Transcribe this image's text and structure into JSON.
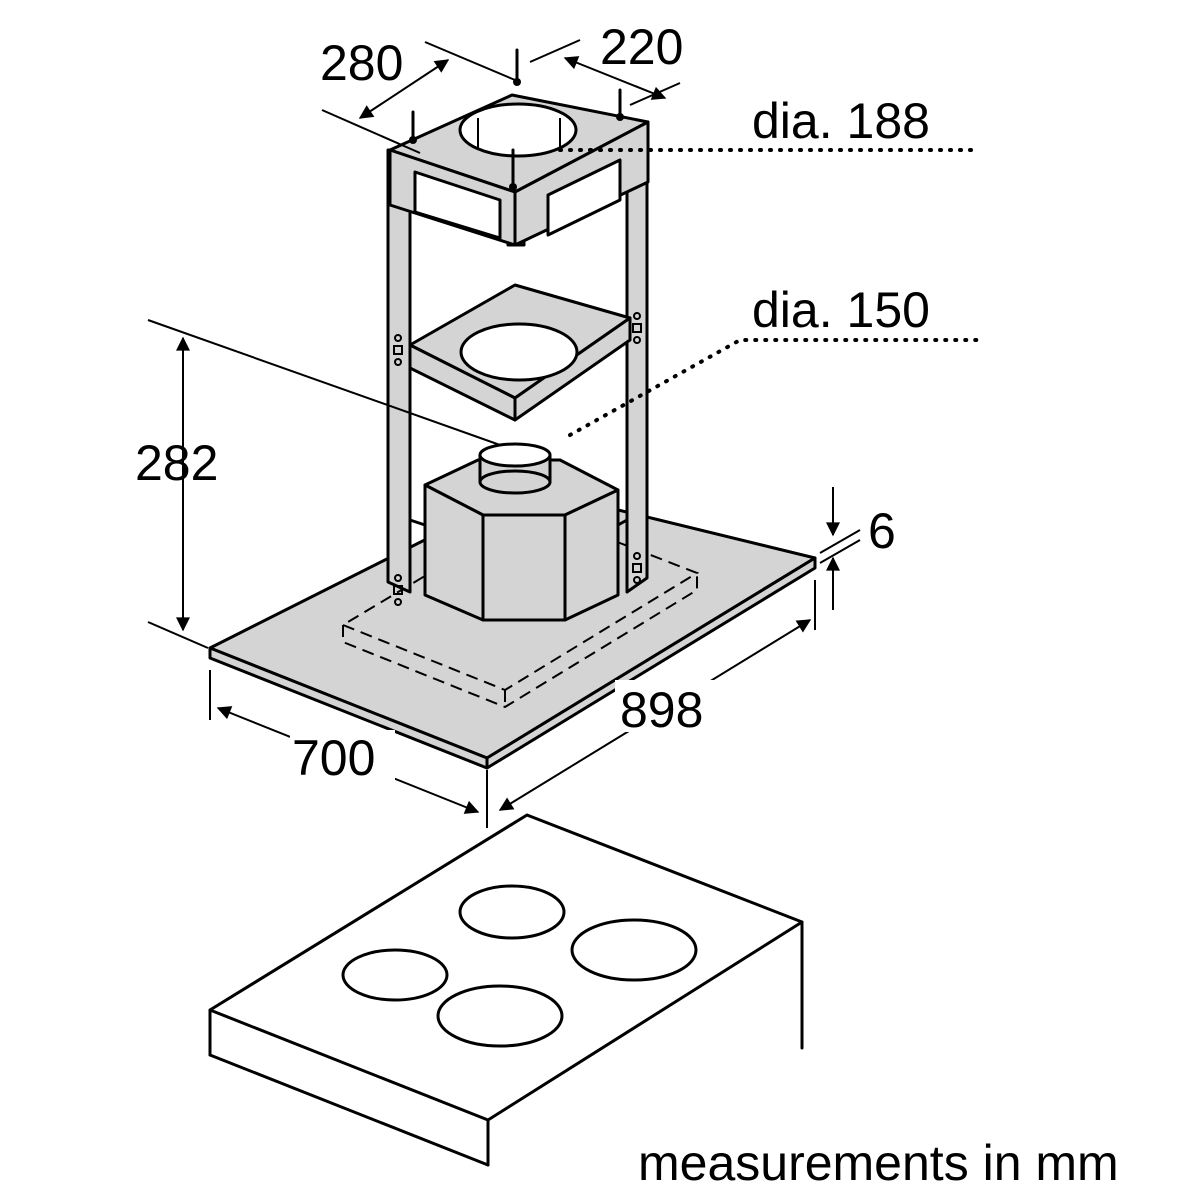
{
  "dimensions": {
    "top_depth": "280",
    "top_width": "220",
    "outlet_top": "dia. 188",
    "outlet_motor": "dia. 150",
    "height": "282",
    "glass_thickness": "6",
    "canopy_width": "898",
    "canopy_depth": "700"
  },
  "caption": "measurements in mm",
  "colors": {
    "line": "#000000",
    "fill": "#d4d4d4",
    "background": "#ffffff"
  }
}
